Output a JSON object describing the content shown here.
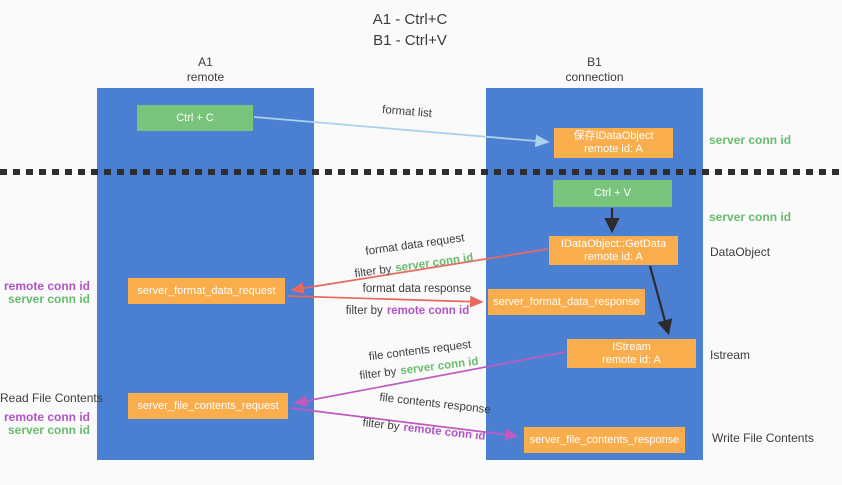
{
  "title": {
    "line1": "A1 - Ctrl+C",
    "line2": "B1 - Ctrl+V"
  },
  "columns": {
    "a1": {
      "name": "A1",
      "role": "remote"
    },
    "b1": {
      "name": "B1",
      "role": "connection"
    }
  },
  "nodes": {
    "ctrl_c": {
      "label": "Ctrl + C"
    },
    "save_idataobject": {
      "line1": "保存IDataObject",
      "line2": "remote id: A"
    },
    "ctrl_v": {
      "label": "Ctrl + V"
    },
    "getdata": {
      "line1": "IDataObject::GetData",
      "line2": "remote id: A"
    },
    "istream": {
      "line1": "IStream",
      "line2": "remote id: A"
    },
    "format_request": {
      "label": "server_format_data_request"
    },
    "format_response": {
      "label": "server_format_data_response"
    },
    "file_request": {
      "label": "server_file_contents_request"
    },
    "file_response": {
      "label": "server_file_contents_response"
    }
  },
  "flows": {
    "format_list": "format list",
    "format_data_request": "format data request",
    "format_data_response": "format data response",
    "file_contents_request": "file contents request",
    "file_contents_response": "file contents response",
    "filter_by": "filter by",
    "server_conn_id": "server conn id",
    "remote_conn_id": "remote conn id"
  },
  "side_labels": {
    "left": {
      "remote_conn_id": "remote conn id",
      "server_conn_id": "server conn id",
      "read_file_contents": "Read File Contents"
    },
    "right": {
      "server_conn_id": "server conn id",
      "dataobject": "DataObject",
      "istream": "Istream",
      "write_file_contents": "Write File Contents"
    }
  },
  "colors": {
    "column_blue": "#4a7fd2",
    "box_green": "#79c37c",
    "box_orange": "#f9ad4c",
    "arrow_light_blue": "#aad2ed",
    "arrow_red": "#e9695f",
    "arrow_magenta": "#c05ac0",
    "arrow_black": "#2b2b2b",
    "label_green": "#67bd6c",
    "label_purple": "#b153c6",
    "background": "#fafafa"
  }
}
